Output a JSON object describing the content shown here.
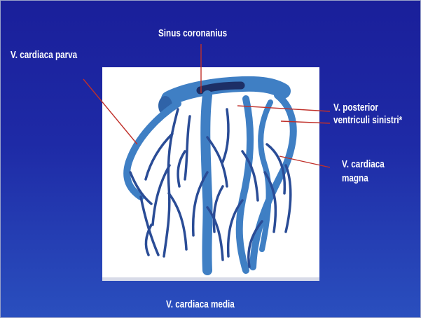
{
  "slide": {
    "background_top": "#1a1f9a",
    "background_bottom": "#2a4fbe",
    "text_color": "#ffffff",
    "vessel_color": "#3f7fc4",
    "vessel_dark": "#1f3f7e",
    "leader_color": "#c0302a"
  },
  "labels": {
    "sinus_coronarius": "Sinus coronanius",
    "v_cardiaca_parva": "V. cardiaca parva",
    "v_posterior_line1": "V. posterior",
    "v_posterior_line2": "ventriculi sinistri*",
    "v_cardiaca_magna_line1": "V. cardiaca",
    "v_cardiaca_magna_line2": "magna",
    "v_cardiaca_media": "V. cardiaca media"
  }
}
